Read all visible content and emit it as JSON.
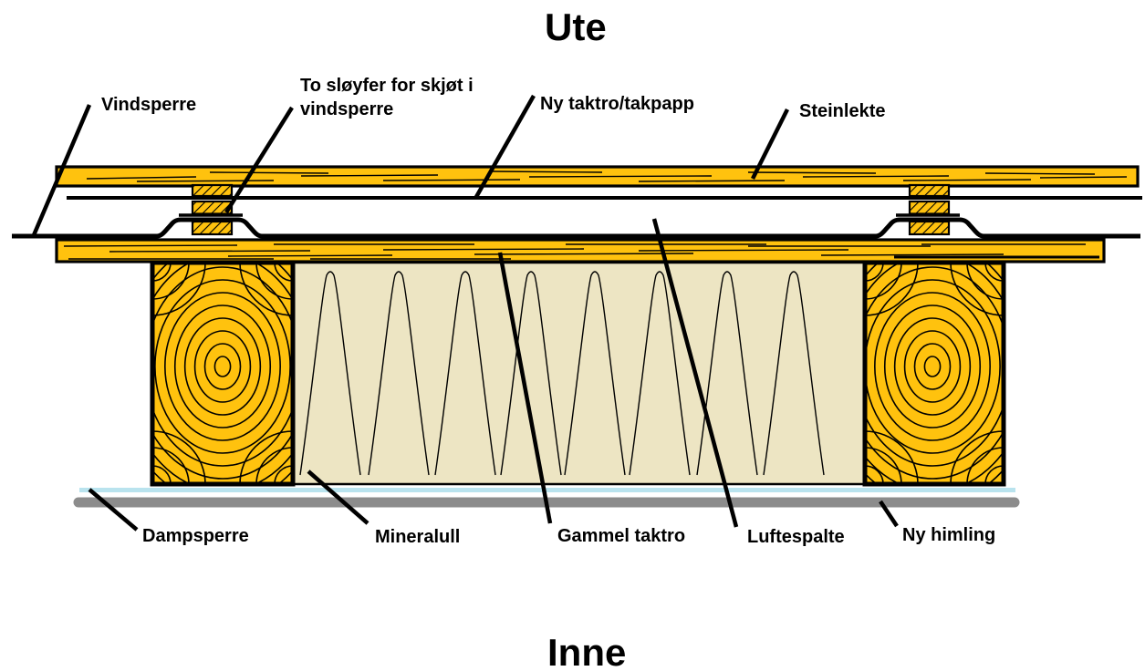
{
  "diagram": {
    "title_top": "Ute",
    "title_bottom": "Inne",
    "labels": {
      "vindsperre": "Vindsperre",
      "to_sloyfer": "To sløyfer for skjøt i vindsperre",
      "ny_taktro": "Ny taktro/takpapp",
      "steinlekte": "Steinlekte",
      "dampsperre": "Dampsperre",
      "mineralull": "Mineralull",
      "gammel_taktro": "Gammel taktro",
      "luftespalte": "Luftespalte",
      "ny_himling": "Ny himling"
    },
    "colors": {
      "wood": "#FFC20E",
      "insulation": "#EDE5C3",
      "vapor_barrier": "#B9E3EE",
      "ceiling": "#8C8C8C",
      "line": "#000000"
    }
  }
}
